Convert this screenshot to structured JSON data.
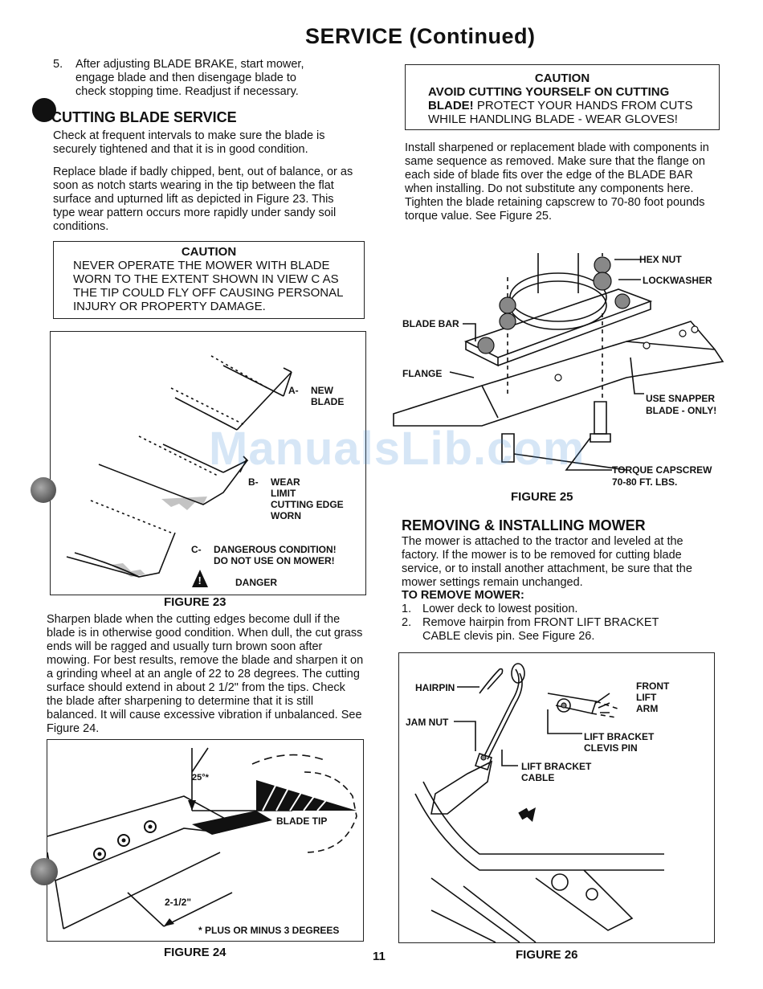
{
  "page_title": "SERVICE (Continued)",
  "page_number": "11",
  "watermark": "ManualsLib.com",
  "left": {
    "step5_num": "5.",
    "step5_text": "After adjusting BLADE BRAKE, start mower, engage blade and then disengage blade to check stopping time. Readjust if necessary.",
    "section_title": "CUTTING BLADE SERVICE",
    "para1": "Check at frequent intervals to make sure the blade is securely tightened and that it is in good condition.",
    "para2": "Replace blade if badly chipped, bent, out of balance, or as soon as notch starts wearing in the tip between the flat surface and upturned lift as depicted in Figure 23. This type wear pattern occurs more rapidly under sandy soil conditions.",
    "caution_title": "CAUTION",
    "caution_text": "NEVER OPERATE THE MOWER WITH BLADE WORN TO THE EXTENT SHOWN IN VIEW C AS THE TIP COULD FLY OFF CAUSING PERSONAL INJURY OR PROPERTY DAMAGE.",
    "fig23": {
      "a_letter": "A-",
      "a_line1": "NEW",
      "a_line2": "BLADE",
      "b_letter": "B-",
      "b_line1": "WEAR",
      "b_line2": "LIMIT",
      "b_line3": "CUTTING EDGE",
      "b_line4": "WORN",
      "c_letter": "C-",
      "c_line1": "DANGEROUS CONDITION!",
      "c_line2": "DO NOT USE ON MOWER!",
      "danger": "DANGER",
      "caption": "FIGURE 23"
    },
    "para3": "Sharpen blade when the cutting edges become dull if the blade is in otherwise good condition. When dull, the cut grass ends will be ragged and usually turn brown soon after mowing. For best results, remove the blade and sharpen it on a grinding wheel at an angle of 22 to 28 degrees. The cutting surface should extend in about 2 1/2\" from the tips. Check the blade after sharpening to determine that it is still balanced. It will cause excessive vibration if unbalanced. See Figure 24.",
    "fig24": {
      "angle": "25°*",
      "blade_tip": "BLADE TIP",
      "length": "2-1/2\"",
      "note": "* PLUS OR MINUS 3 DEGREES",
      "caption": "FIGURE 24"
    }
  },
  "right": {
    "caution_title": "CAUTION",
    "caution_line1": "AVOID CUTTING YOURSELF ON CUTTING",
    "caution_line2_bold": "BLADE!",
    "caution_line2_rest": "PROTECT YOUR HANDS FROM CUTS",
    "caution_line3": "WHILE HANDLING BLADE - WEAR GLOVES!",
    "para1": "Install sharpened or replacement blade with components in same sequence as removed. Make sure that the flange on each side of blade fits over the edge of the BLADE BAR when installing. Do not substitute any components here. Tighten the blade retaining capscrew to 70-80 foot pounds torque value. See Figure 25.",
    "fig25": {
      "hex_nut": "HEX NUT",
      "lockwasher": "LOCKWASHER",
      "blade_bar": "BLADE BAR",
      "flange": "FLANGE",
      "use_snapper_1": "USE SNAPPER",
      "use_snapper_2": "BLADE - ONLY!",
      "torque_1": "TORQUE CAPSCREW",
      "torque_2": "70-80 FT. LBS.",
      "caption": "FIGURE 25"
    },
    "section_title": "REMOVING & INSTALLING MOWER",
    "para2": "The mower is attached to the tractor and leveled at the factory. If the mower is to be removed for cutting blade service, or to install another attachment, be sure that the mower settings remain unchanged.",
    "remove_heading": "TO REMOVE MOWER:",
    "steps": [
      {
        "num": "1.",
        "text": "Lower deck to lowest position."
      },
      {
        "num": "2.",
        "text": "Remove hairpin from FRONT LIFT BRACKET CABLE clevis pin. See Figure 26."
      }
    ],
    "fig26": {
      "hairpin": "HAIRPIN",
      "front_1": "FRONT",
      "front_2": "LIFT",
      "front_3": "ARM",
      "jam_nut": "JAM NUT",
      "clevis_1": "LIFT BRACKET",
      "clevis_2": "CLEVIS PIN",
      "cable_1": "LIFT BRACKET",
      "cable_2": "CABLE",
      "caption": "FIGURE 26"
    }
  }
}
